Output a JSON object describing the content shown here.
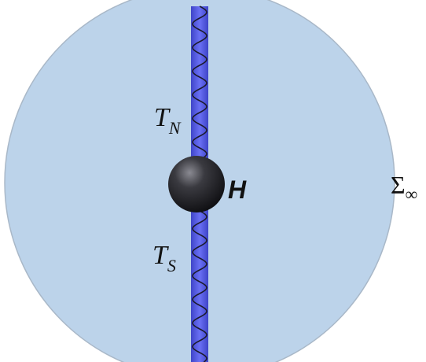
{
  "labels": {
    "north_string": {
      "main": "T",
      "sub": "N"
    },
    "south_string": {
      "main": "T",
      "sub": "S"
    },
    "black_hole": "H",
    "boundary": {
      "main": "Σ",
      "sub": "∞"
    }
  },
  "colors": {
    "disc_fill": "#bcd3ea",
    "disc_stroke": "#a9b8c8",
    "string_fill": "#5c62ee",
    "string_edge": "#3e44c8",
    "wave": "#1c1c2e",
    "sphere_dark": "#0d0d10",
    "sphere_mid": "#3a3a40",
    "sphere_light": "#8a8a92"
  }
}
